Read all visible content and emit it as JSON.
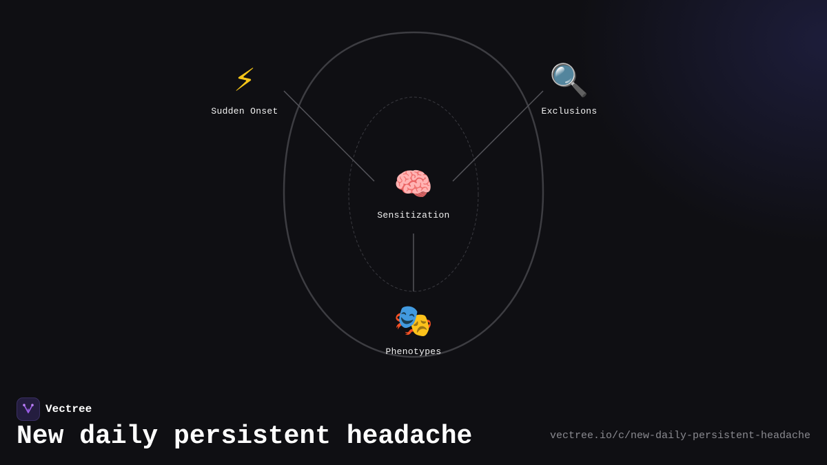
{
  "brand": {
    "name": "Vectree",
    "logo_icon": "vectree-logo-icon",
    "accent": "#9b5de5"
  },
  "page": {
    "title": "New daily persistent headache",
    "url": "vectree.io/c/new-daily-persistent-headache"
  },
  "diagram": {
    "nodes": [
      {
        "id": "sudden-onset",
        "label": "Sudden Onset",
        "icon": "⚡",
        "icon_name": "lightning-icon"
      },
      {
        "id": "exclusions",
        "label": "Exclusions",
        "icon": "🔍",
        "icon_name": "magnifier-icon"
      },
      {
        "id": "sensitization",
        "label": "Sensitization",
        "icon": "🧠",
        "icon_name": "brain-icon"
      },
      {
        "id": "phenotypes",
        "label": "Phenotypes",
        "icon": "🎭",
        "icon_name": "theater-masks-icon"
      }
    ],
    "edges": [
      {
        "from": "sudden-onset",
        "to": "sensitization"
      },
      {
        "from": "exclusions",
        "to": "sensitization"
      },
      {
        "from": "sensitization",
        "to": "phenotypes"
      }
    ],
    "colors": {
      "outer_outline": "#3d3d42",
      "inner_outline": "#3a3a40",
      "connector": "#55555b",
      "background": "#0f0f13"
    }
  }
}
